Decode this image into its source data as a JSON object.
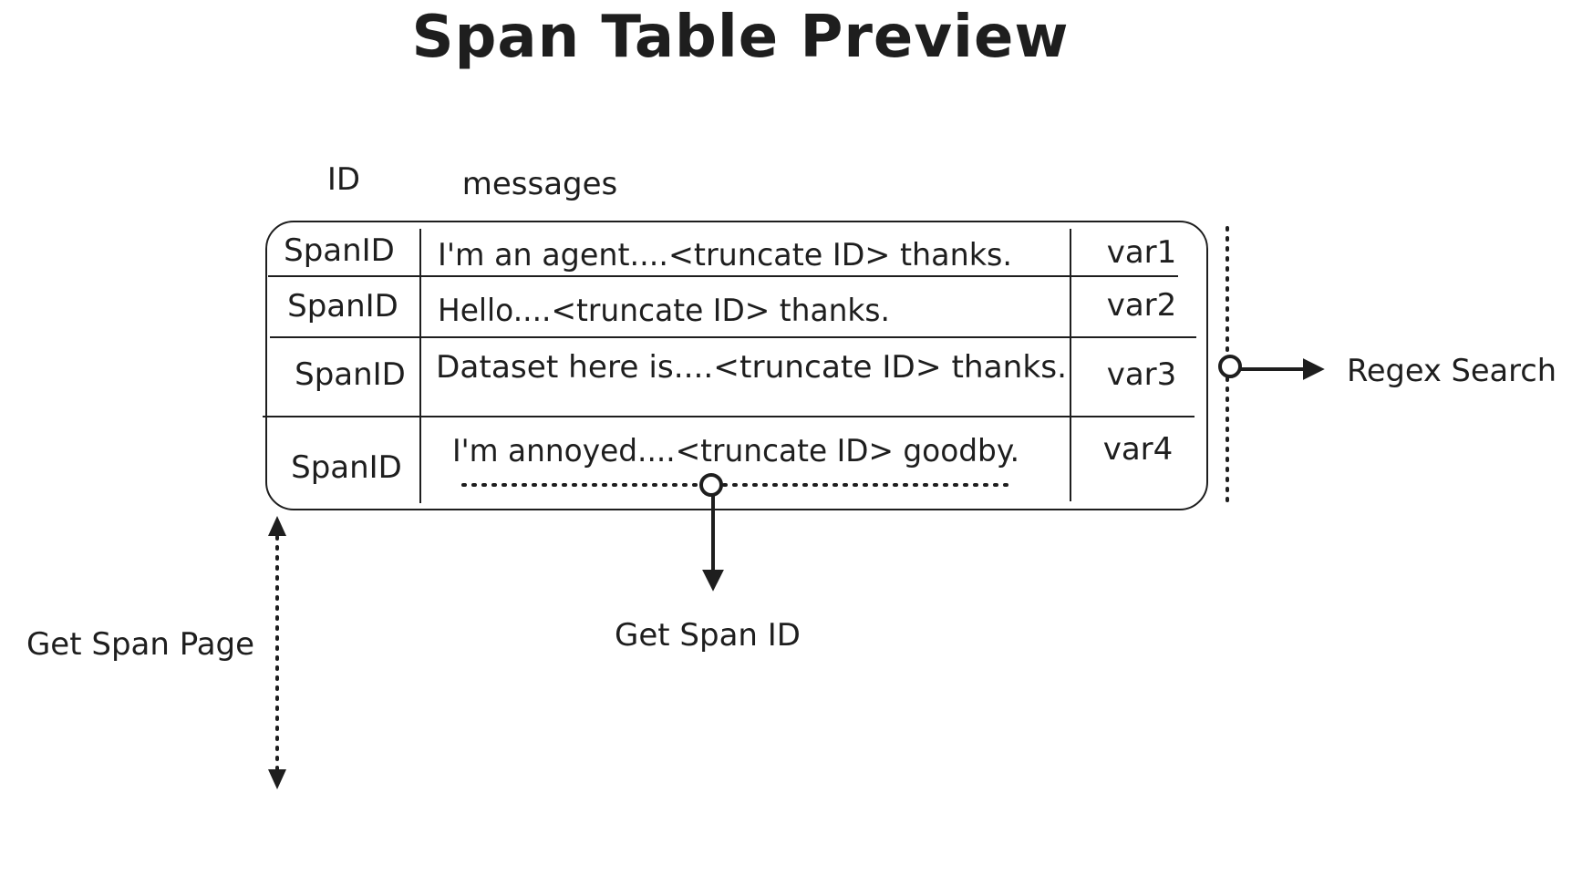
{
  "title": "Span Table Preview",
  "table": {
    "headers": {
      "id": "ID",
      "messages": "messages"
    },
    "rows": [
      {
        "id": "SpanID",
        "message": "I'm an agent....<truncate ID> thanks.",
        "var": "var1"
      },
      {
        "id": "SpanID",
        "message": "Hello....<truncate ID> thanks.",
        "var": "var2"
      },
      {
        "id": "SpanID",
        "message": "Dataset here is....<truncate ID> thanks.",
        "var": "var3"
      },
      {
        "id": "SpanID",
        "message": "I'm annoyed....<truncate ID> goodby.",
        "var": "var4"
      }
    ]
  },
  "annotations": {
    "regex_search": "Regex Search",
    "get_span_id": "Get Span ID",
    "get_span_page": "Get Span Page"
  },
  "colors": {
    "ink": "#1e1e1e",
    "background": "#ffffff"
  }
}
